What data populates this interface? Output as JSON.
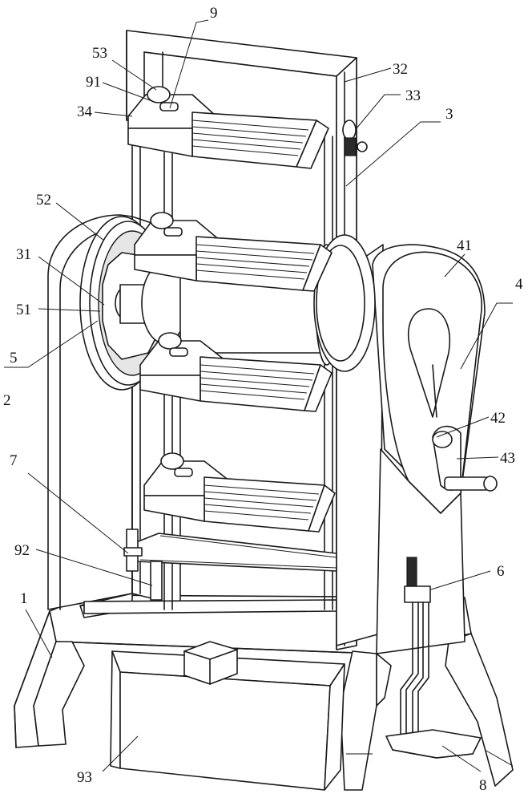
{
  "labels": {
    "l1": "1",
    "l2": "2",
    "l3": "3",
    "l4": "4",
    "l5": "5",
    "l6": "6",
    "l7": "7",
    "l8": "8",
    "l9": "9",
    "l31": "31",
    "l32": "32",
    "l33": "33",
    "l34": "34",
    "l41": "41",
    "l42": "42",
    "l43": "43",
    "l51": "51",
    "l52": "52",
    "l53": "53",
    "l91": "91",
    "l92": "92",
    "l93": "93"
  }
}
